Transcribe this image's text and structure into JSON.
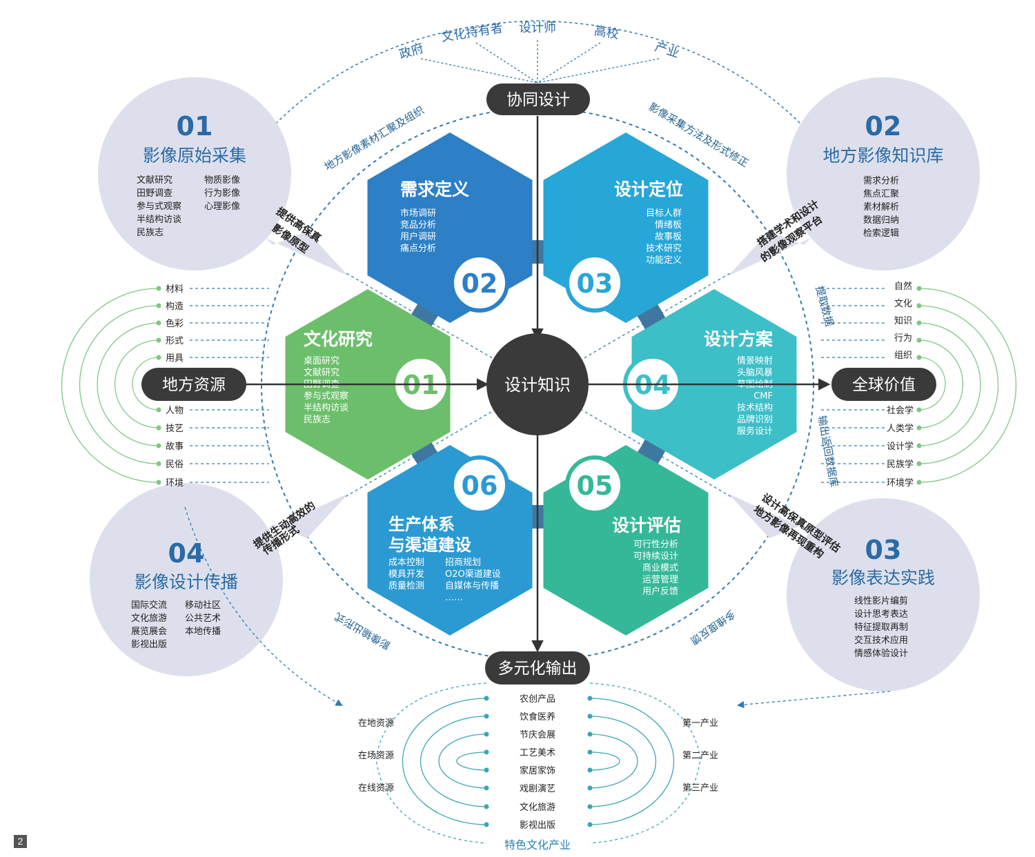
{
  "figure_number": "2",
  "colors": {
    "dark": "#3a3a3a",
    "blue_text": "#2a6aa6",
    "dash": "#2f7ab0",
    "bubble": "#dde0ec",
    "green_line": "#7ec880",
    "teal_line": "#3aa6b6",
    "hex1": "#6cbf6a",
    "hex2": "#2d7fc6",
    "hex3": "#27a6d8",
    "hex4": "#3dbfc8",
    "hex5": "#35b898",
    "hex6": "#2b9ad2"
  },
  "top": {
    "stakeholders": [
      "政府",
      "文化持有者",
      "设计师",
      "高校",
      "产业"
    ],
    "collab_label": "协同设计"
  },
  "center_label": "设计知识",
  "left_hub": "地方资源",
  "right_hub": "全球价值",
  "bottom_hub": "多元化输出",
  "left_items_top": [
    "材料",
    "构造",
    "色彩",
    "形式",
    "用具"
  ],
  "left_items_bottom": [
    "人物",
    "技艺",
    "故事",
    "民俗",
    "环境"
  ],
  "right_items_top": [
    "自然",
    "文化",
    "知识",
    "行为",
    "组织"
  ],
  "right_items_bottom": [
    "社会学",
    "人类学",
    "设计学",
    "民族学",
    "环境学"
  ],
  "bottom": {
    "left": [
      "在地资源",
      "在场资源",
      "在线资源"
    ],
    "center": [
      "农创产品",
      "饮食医养",
      "节庆会展",
      "工艺美术",
      "家居家饰",
      "戏剧演艺",
      "文化旅游",
      "影视出版"
    ],
    "right": [
      "第一产业",
      "第二产业",
      "第三产业"
    ],
    "footer": "特色文化产业"
  },
  "bubbles": [
    {
      "num": "01",
      "title": "影像原始采集",
      "col1": [
        "文献研究",
        "田野调查",
        "参与式观察",
        "半结构访谈",
        "民族志"
      ],
      "col2": [
        "物质影像",
        "行为影像",
        "心理影像"
      ]
    },
    {
      "num": "02",
      "title": "地方影像知识库",
      "col1": [
        "需求分析",
        "焦点汇聚",
        "素材解析",
        "数据归纳",
        "检索逻辑"
      ]
    },
    {
      "num": "03",
      "title": "影像表达实践",
      "col1": [
        "线性影片编剪",
        "设计思考表达",
        "特征提取再制",
        "交互技术应用",
        "情感体验设计"
      ]
    },
    {
      "num": "04",
      "title": "影像设计传播",
      "col1": [
        "国际交流",
        "文化旅游",
        "展览展会",
        "影视出版"
      ],
      "col2": [
        "移动社区",
        "公共艺术",
        "本地传播"
      ]
    }
  ],
  "hexagons": [
    {
      "num": "01",
      "title": "文化研究",
      "items": [
        "桌面研究",
        "文献研究",
        "田野调查",
        "参与式观察",
        "半结构访谈",
        "民族志"
      ]
    },
    {
      "num": "02",
      "title": "需求定义",
      "items": [
        "市场调研",
        "竞品分析",
        "用户调研",
        "痛点分析"
      ]
    },
    {
      "num": "03",
      "title": "设计定位",
      "items": [
        "目标人群",
        "情绪板",
        "故事板",
        "技术研究",
        "功能定义"
      ]
    },
    {
      "num": "04",
      "title": "设计方案",
      "items": [
        "情景映射",
        "头脑风暴",
        "草图绘制",
        "CMF",
        "技术结构",
        "品牌识别",
        "服务设计"
      ]
    },
    {
      "num": "05",
      "title": "设计评估",
      "items": [
        "可行性分析",
        "可持续设计",
        "商业模式",
        "运营管理",
        "用户反馈"
      ]
    },
    {
      "num": "06",
      "title_line1": "生产体系",
      "title_line2": "与渠道建设",
      "col1": [
        "成本控制",
        "模具开发",
        "质量检测"
      ],
      "col2": [
        "招商规划",
        "O2O渠道建设",
        "自媒体与传播",
        "……"
      ]
    }
  ],
  "arc_labels": {
    "top_left": "地方影像素材汇聚及组织",
    "top_right": "影像采集方法及形式修正",
    "right_upper": "提取数据",
    "right_lower": "输出返回数据库",
    "bottom_left": "影像输出形式",
    "bottom_right": "多维度反馈"
  },
  "arrow_labels": {
    "a1_line1": "提供高保真",
    "a1_line2": "影像原型",
    "a2_line1": "搭建学术和设计",
    "a2_line2": "的影像观察平台",
    "a3_line1": "设计高保真原型评估",
    "a3_line2": "地方影像再现重构",
    "a4_line1": "提供生动高效的",
    "a4_line2": "传播形式"
  }
}
